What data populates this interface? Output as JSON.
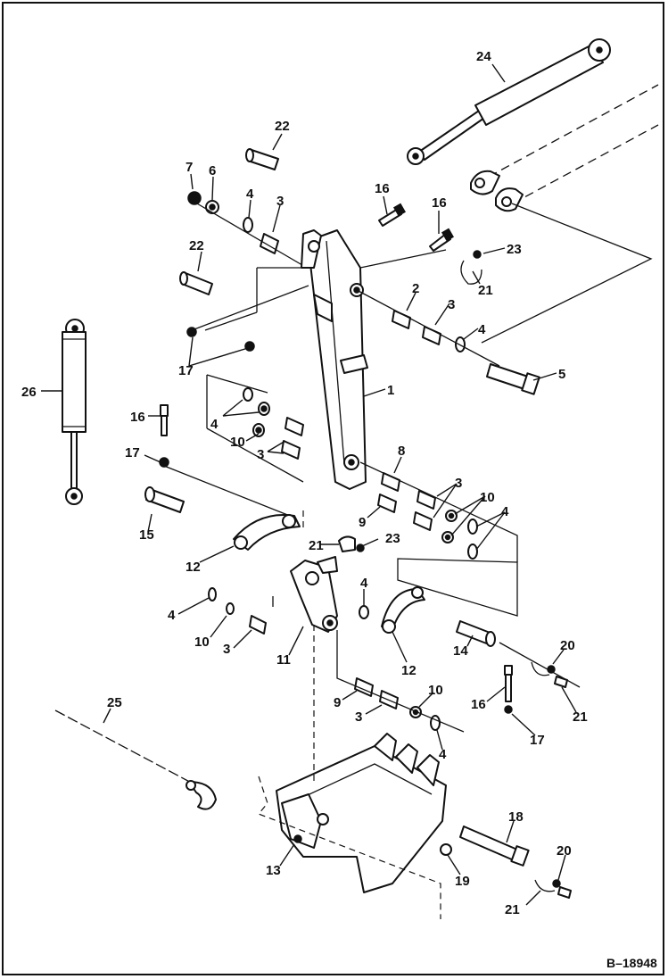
{
  "figure": {
    "reference": "B–18948"
  },
  "callouts": [
    {
      "id": "c24",
      "label": "24"
    },
    {
      "id": "c22a",
      "label": "22"
    },
    {
      "id": "c7",
      "label": "7"
    },
    {
      "id": "c6",
      "label": "6"
    },
    {
      "id": "c4a",
      "label": "4"
    },
    {
      "id": "c3a",
      "label": "3"
    },
    {
      "id": "c16a",
      "label": "16"
    },
    {
      "id": "c16b",
      "label": "16"
    },
    {
      "id": "c23a",
      "label": "23"
    },
    {
      "id": "c22b",
      "label": "22"
    },
    {
      "id": "c21a",
      "label": "21"
    },
    {
      "id": "c2",
      "label": "2"
    },
    {
      "id": "c3b",
      "label": "3"
    },
    {
      "id": "c4b",
      "label": "4"
    },
    {
      "id": "c17a",
      "label": "17"
    },
    {
      "id": "c5",
      "label": "5"
    },
    {
      "id": "c1",
      "label": "1"
    },
    {
      "id": "c26",
      "label": "26"
    },
    {
      "id": "c16c",
      "label": "16"
    },
    {
      "id": "c4c",
      "label": "4"
    },
    {
      "id": "c10a",
      "label": "10"
    },
    {
      "id": "c3c",
      "label": "3"
    },
    {
      "id": "c8",
      "label": "8"
    },
    {
      "id": "c17b",
      "label": "17"
    },
    {
      "id": "c3d",
      "label": "3"
    },
    {
      "id": "c10b",
      "label": "10"
    },
    {
      "id": "c4d",
      "label": "4"
    },
    {
      "id": "c9a",
      "label": "9"
    },
    {
      "id": "c15",
      "label": "15"
    },
    {
      "id": "c21b",
      "label": "21"
    },
    {
      "id": "c23b",
      "label": "23"
    },
    {
      "id": "c12a",
      "label": "12"
    },
    {
      "id": "c4e",
      "label": "4"
    },
    {
      "id": "c4f",
      "label": "4"
    },
    {
      "id": "c10c",
      "label": "10"
    },
    {
      "id": "c3e",
      "label": "3"
    },
    {
      "id": "c11",
      "label": "11"
    },
    {
      "id": "c12b",
      "label": "12"
    },
    {
      "id": "c14",
      "label": "14"
    },
    {
      "id": "c20a",
      "label": "20"
    },
    {
      "id": "c25",
      "label": "25"
    },
    {
      "id": "c9b",
      "label": "9"
    },
    {
      "id": "c10d",
      "label": "10"
    },
    {
      "id": "c3f",
      "label": "3"
    },
    {
      "id": "c16d",
      "label": "16"
    },
    {
      "id": "c21c",
      "label": "21"
    },
    {
      "id": "c4g",
      "label": "4"
    },
    {
      "id": "c17c",
      "label": "17"
    },
    {
      "id": "c18",
      "label": "18"
    },
    {
      "id": "c20b",
      "label": "20"
    },
    {
      "id": "c13",
      "label": "13"
    },
    {
      "id": "c19",
      "label": "19"
    },
    {
      "id": "c21d",
      "label": "21"
    }
  ]
}
